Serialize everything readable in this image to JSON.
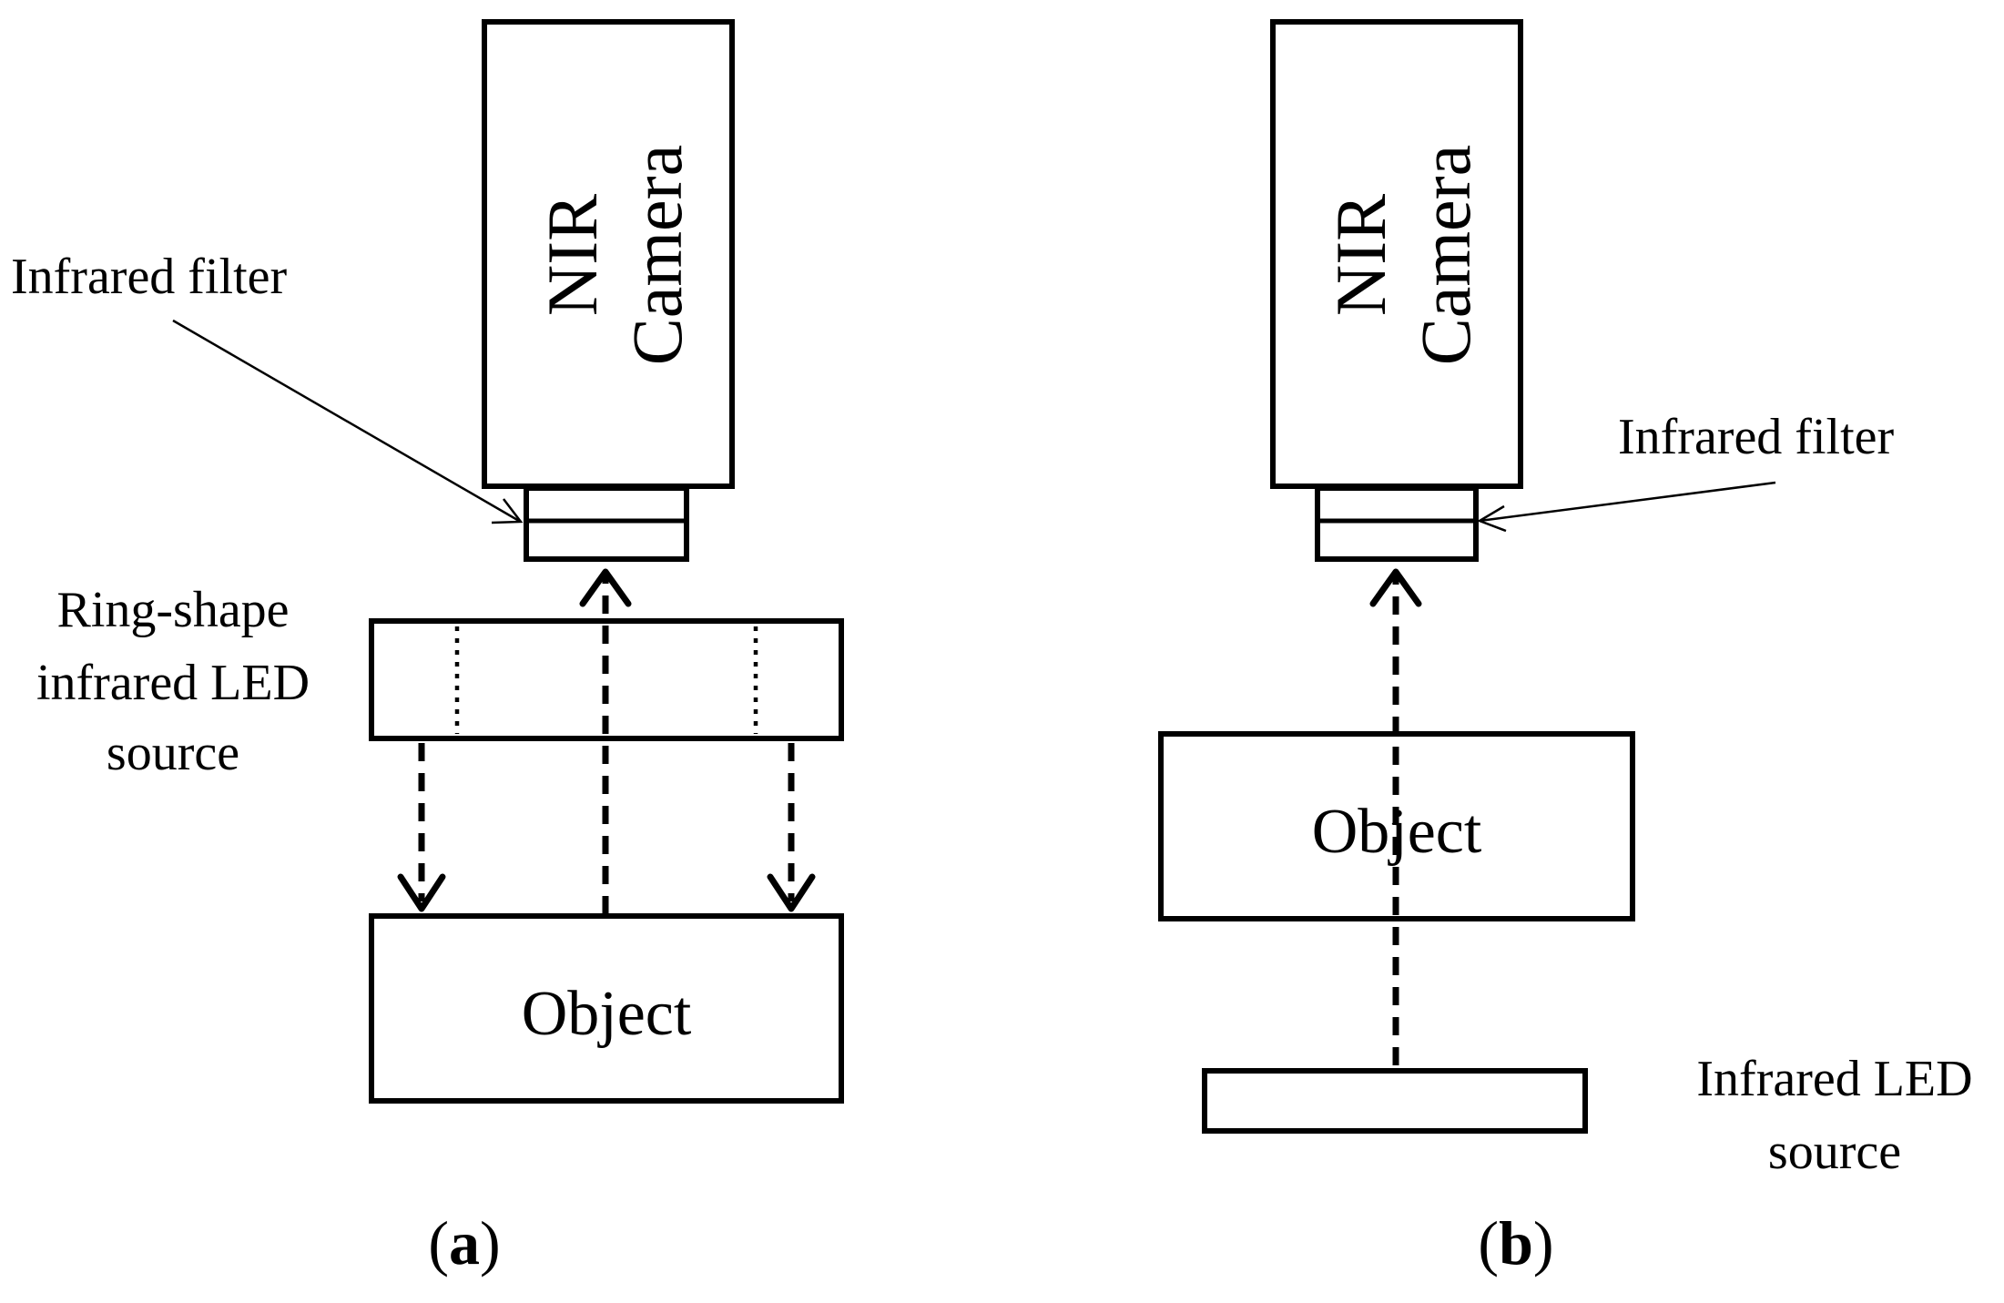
{
  "panel_a": {
    "camera_line1": "NIR",
    "camera_line2": "Camera",
    "filter_label": "Infrared filter",
    "led_label_line1": "Ring-shape",
    "led_label_line2": "infrared LED",
    "led_label_line3": "source",
    "object_label": "Object",
    "caption_letter": "a"
  },
  "panel_b": {
    "camera_line1": "NIR",
    "camera_line2": "Camera",
    "filter_label": "Infrared filter",
    "object_label": "Object",
    "led_label_line1": "Infrared LED",
    "led_label_line2": "source",
    "caption_letter": "b"
  }
}
